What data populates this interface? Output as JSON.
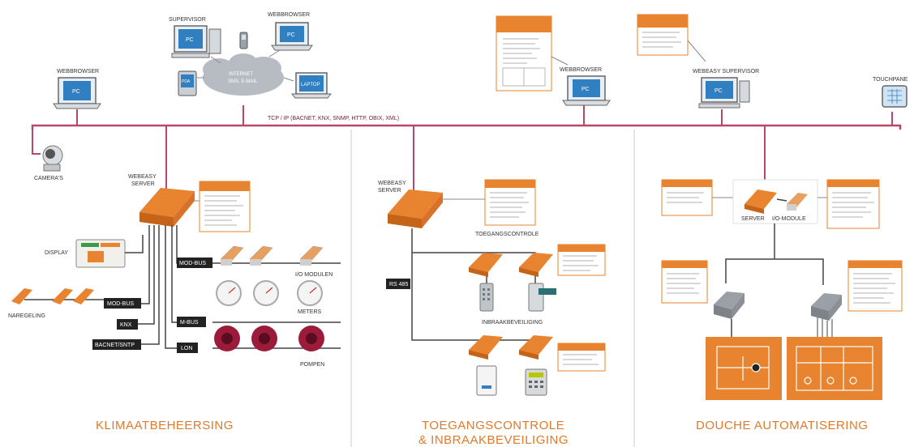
{
  "top": {
    "supervisor": "SUPERVISOR",
    "webbrowser_top": "WEBBROWSER",
    "webbrowser_left": "WEBBROWSER",
    "webbrowser_mid": "WEBBROWSER",
    "webeasy_supervisor": "WEBEASY SUPERVISOR",
    "touchpanel": "TOUCHPANE",
    "pc": "PC",
    "pda": "PDA",
    "laptop": "LAPTOP",
    "cloud": [
      "INTERNET",
      "SMS, E-MAIL"
    ],
    "bus_label": "TCP / IP (BACNET, KNX, SNMP, HTTP, OBIX, XML)"
  },
  "left": {
    "camera": "CAMERA'S",
    "server": [
      "WEBEASY",
      "SERVER"
    ],
    "display": "DISPLAY",
    "naregeling": "NAREGELING",
    "modbus_top": "MOD-BUS",
    "io_modulen": "I/O MODULEN",
    "modbus_bottom": "MOD-BUS",
    "mbus": "M-BUS",
    "meters": "METERS",
    "knx": "KNX",
    "bacnet": "BACNET/SNTP",
    "lon": "LON",
    "pompen": "POMPEN",
    "title": "KLIMAATBEHEERSING"
  },
  "mid": {
    "server": [
      "WEBEASY",
      "SERVER"
    ],
    "toegangscontrole": "TOEGANGSCONTROLE",
    "rs485": "RS 485",
    "inbraak": "INBRAAKBEVEILIGING",
    "title": [
      "TOEGANGSCONTROLE",
      "& INBRAAKBEVEILIGING"
    ]
  },
  "right": {
    "server": "SERVER",
    "io_module": "I/O-MODULE",
    "title": "DOUCHE AUTOMATISERING"
  },
  "colors": {
    "bus": "#b8476a",
    "orange": "#e8832f",
    "orange_dark": "#c56418",
    "grey_line": "#444444"
  }
}
